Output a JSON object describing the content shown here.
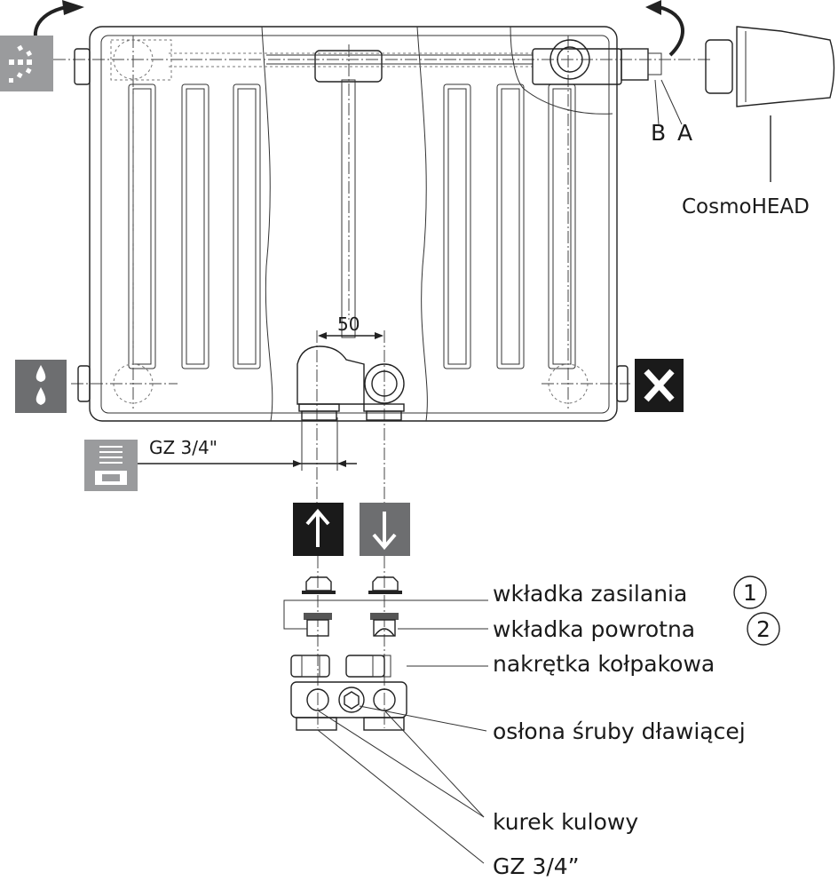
{
  "labels": {
    "valve_b": "B",
    "valve_a": "A",
    "thermostat_head": "CosmoHEAD",
    "spacing": "50",
    "thread_radiator": "GZ 3/4\"",
    "supply_insert": "wkładka zasilania",
    "supply_insert_number": "1",
    "return_insert": "wkładka powrotna",
    "return_insert_number": "2",
    "cap_nut": "nakrętka kołpakowa",
    "gland_cover": "osłona śruby dławiącej",
    "ball_valve": "kurek kulowy",
    "thread_valve": "GZ 3/4”"
  },
  "icons": {
    "top_left": "air-vent-icon",
    "bottom_left": "drain-drops-icon",
    "bottom_right": "closed-x-icon",
    "thread": "thread-nipple-icon",
    "supply": "arrow-up-icon",
    "return": "arrow-down-icon"
  },
  "colors": {
    "dark_box": "#1a1a1a",
    "gray_box": "#6d6e70",
    "light_gray_box": "#9a9b9d"
  }
}
